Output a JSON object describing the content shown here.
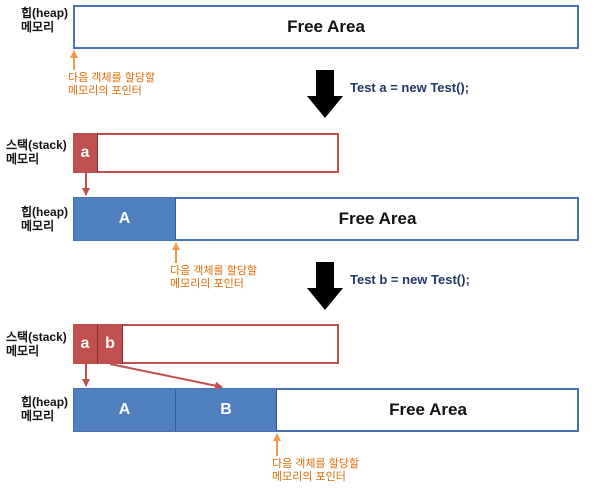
{
  "labels": {
    "heap": "힙(heap)\n메모리",
    "stack": "스택(stack)\n메모리"
  },
  "free_area": "Free Area",
  "pointer_note": "다음 객체를 할당할\n메모리의 포인터",
  "steps": [
    {
      "code": "Test a = new Test();"
    },
    {
      "code": "Test b = new Test();"
    }
  ],
  "objects": {
    "a": "A",
    "b": "B"
  },
  "refs": {
    "a": "a",
    "b": "b"
  },
  "colors": {
    "heap_fill": "#4f7fbf",
    "heap_border": "#4a72b3",
    "stack_fill": "#c0504d",
    "pointer_arrow": "#f79646",
    "note_text": "#e36c09",
    "code_text": "#1f3864"
  }
}
